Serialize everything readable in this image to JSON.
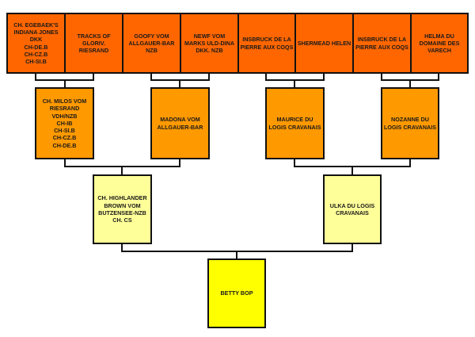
{
  "title": "Pedigree chart",
  "colors": {
    "great_grandparents": "#ff6600",
    "grandparents": "#ff9900",
    "parents": "#ffff99",
    "subject": "#ffff00",
    "lines": "#111111"
  },
  "pedigree": {
    "great_grandparents": [
      "CH. EGEBAEK'S\nINDIANA JONES\nDKK\nCH-DE.B\nCH-CZ.B\nCH-SI.B",
      "TRACKS OF\nGLORIV.\nRIESRAND",
      "GOOFY VOM\nALLGAUER-BAR\nNZB",
      "NEWF VOM\nMARKS ULD-DINA\nDKK. NZB",
      "INSBRUCK DE LA\nPIERRE AUX COQS",
      "SHERMEAD HELEN",
      "INSBRUCK DE LA\nPIERRE AUX COQS",
      "HELMA DU\nDOMAINE DES\nVARECH"
    ],
    "grandparents": [
      "CH. MILOS VOM\nRIESRAND\nVDH/NZB\nCH-IB\nCH-SI.B\nCH-CZ.B\nCH-DE.B",
      "MADONA VOM\nALLGAUER-BAR",
      "MAURICE DU\nLOGIS CRAVANAIS",
      "NOZANNE DU\nLOGIS CRAVANAIS"
    ],
    "parents": [
      "CH. HIGHLANDER\nBROWN VOM\nBUTZENSEE-NZB\nCH. CS",
      "ULKA DU LOGIS\nCRAVANAIS"
    ],
    "subject": "BETTY BOP"
  }
}
